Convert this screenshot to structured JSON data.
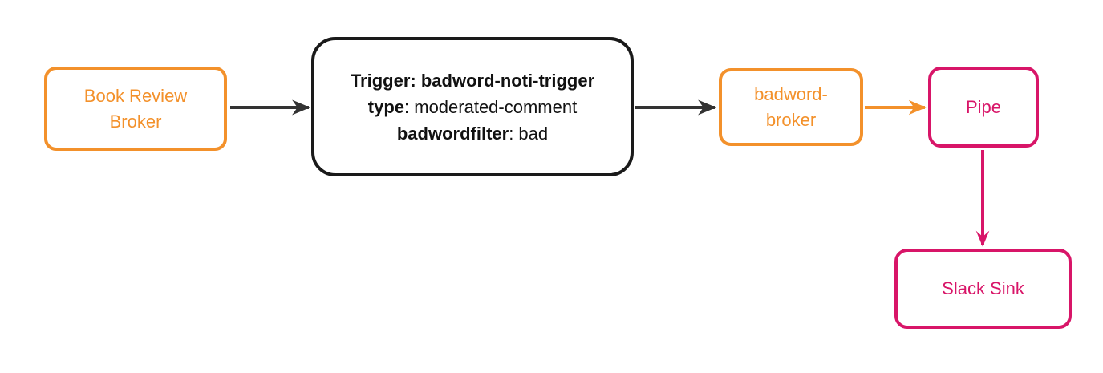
{
  "diagram": {
    "title": "event flow diagram",
    "colors": {
      "orange": "#F3912B",
      "pink": "#D81568",
      "black_border": "#1a1a1a",
      "arrow_dark": "#333333",
      "background": "#ffffff"
    },
    "nodes": {
      "book_review_broker": {
        "line1": "Book Review",
        "line2": "Broker"
      },
      "trigger": {
        "line1_bold": "Trigger: badword-noti-trigger",
        "line2_bold": "type",
        "line2_rest": ": moderated-comment",
        "line3_bold": "badwordfilter",
        "line3_rest": ": bad"
      },
      "badword_broker": {
        "line1": "badword-",
        "line2": "broker"
      },
      "pipe": {
        "label": "Pipe"
      },
      "slack_sink": {
        "label": "Slack Sink"
      }
    },
    "edges": [
      {
        "from": "book_review_broker",
        "to": "trigger",
        "color": "#333333"
      },
      {
        "from": "trigger",
        "to": "badword_broker",
        "color": "#333333"
      },
      {
        "from": "badword_broker",
        "to": "pipe",
        "color": "#F3912B"
      },
      {
        "from": "pipe",
        "to": "slack_sink",
        "color": "#D81568"
      }
    ]
  }
}
